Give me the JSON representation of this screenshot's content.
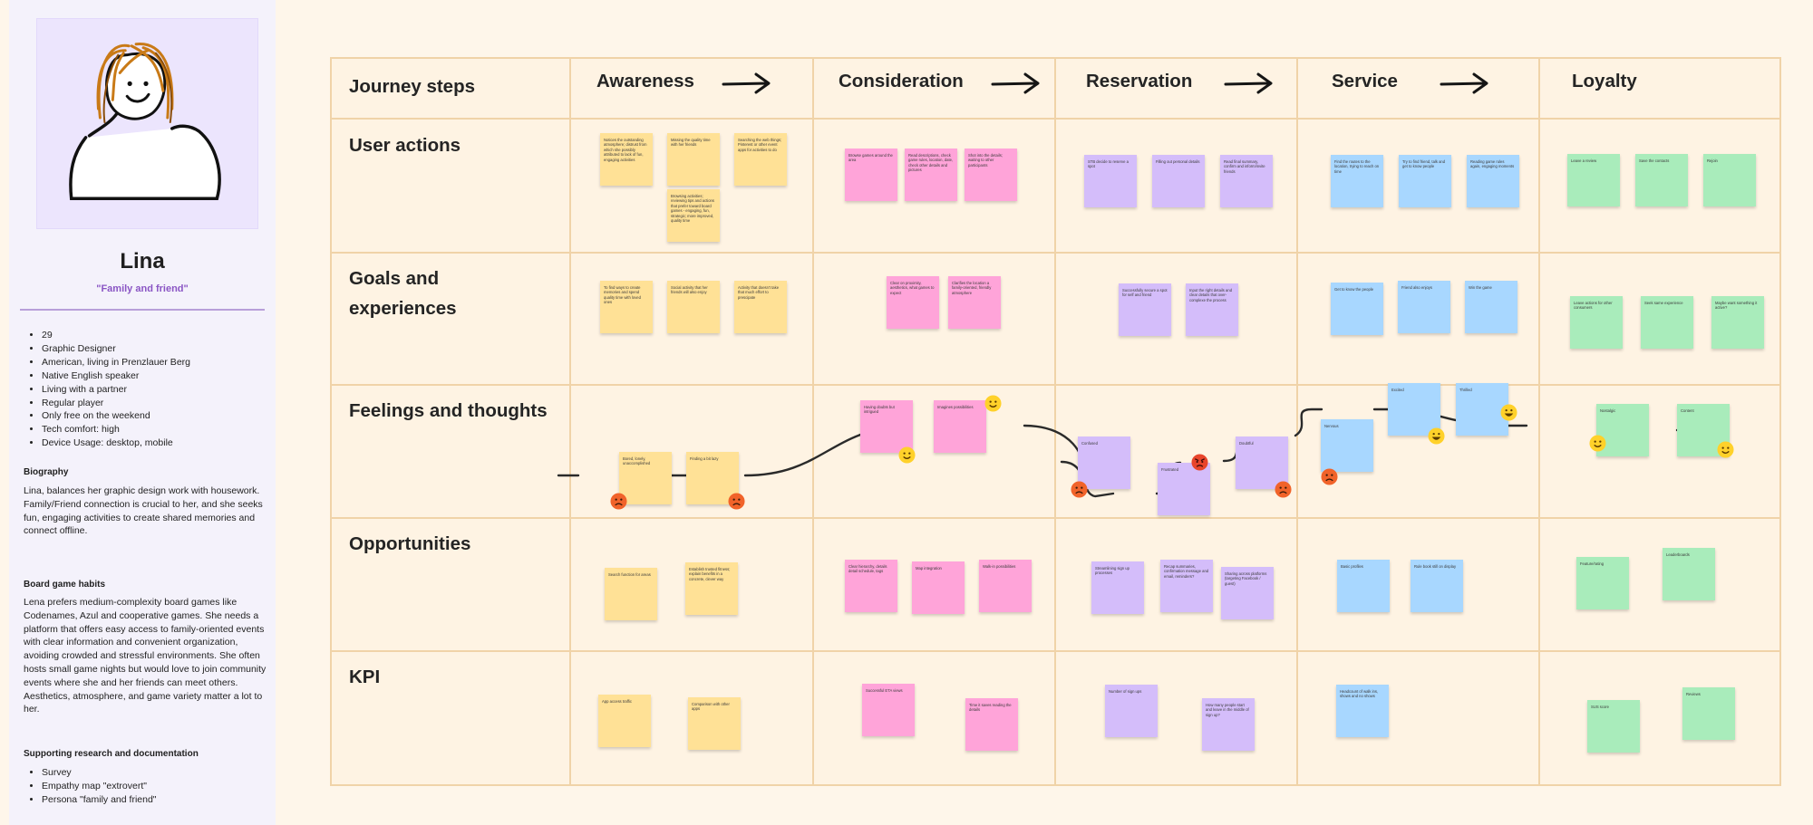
{
  "persona": {
    "name": "Lina",
    "tagline": "\"Family and friend\"",
    "facts": [
      "29",
      "Graphic Designer",
      "American, living in Prenzlauer Berg",
      "Native English speaker",
      "Living with a partner",
      "Regular player",
      "Only free on the weekend",
      "Tech comfort: high",
      "Device Usage: desktop, mobile"
    ],
    "biography_title": "Biography",
    "biography": "Lina, balances her graphic design work with housework. Family/Friend connection is crucial to her, and she seeks fun, engaging activities to create shared memories and connect offline.",
    "habits_title": "Board game habits",
    "habits": "Lena prefers medium-complexity board games like Codenames, Azul and cooperative games. She needs a platform that offers easy access to family-oriented events with clear information and convenient organization, avoiding crowded and stressful environments. She often hosts small game nights but would love to join community events where she and her friends can meet others. Aesthetics, atmosphere, and game variety matter a lot to her.",
    "support_title": "Supporting research and documentation",
    "support": [
      "Survey",
      "Empathy map \"extrovert\"",
      "Persona \"family and friend\""
    ]
  },
  "board": {
    "corner_label": "Journey steps",
    "columns": [
      "Awareness",
      "Consideration",
      "Reservation",
      "Service",
      "Loyalty"
    ],
    "rows": [
      "User actions",
      "Goals and experiences",
      "Feelings and thoughts",
      "Opportunities",
      "KPI"
    ]
  },
  "colors": {
    "yellow": "#ffe196",
    "pink": "#ffa4d9",
    "purple": "#d4bdfa",
    "blue": "#a8d7ff",
    "green": "#a9ecbb",
    "grid": "#f0d3a8",
    "persona_accent": "#8a55c4"
  },
  "notes": [
    {
      "color": "yellow",
      "text": "Notices the outstanding atmosphere; distrust from which she possibly attributed to lack of fun, engaging activities"
    },
    {
      "color": "yellow",
      "text": "Missing the quality time with her friends"
    },
    {
      "color": "yellow",
      "text": "Searching the web things; Pinterest or other event apps for activities to do"
    },
    {
      "color": "yellow",
      "text": "Browsing activities; reviewing tips and actions that prefer toward board games - engaging, fun, strategic; more improved, quality time"
    },
    {
      "color": "pink",
      "text": "Browse games around the area"
    },
    {
      "color": "pink",
      "text": "Read descriptions, check game rules, location, date, check other details and pictures"
    },
    {
      "color": "pink",
      "text": "Shot into the details; waiting to other participants"
    },
    {
      "color": "purple",
      "text": "STB decide to reserve a spot"
    },
    {
      "color": "purple",
      "text": "Filling out personal details"
    },
    {
      "color": "purple",
      "text": "Read final summary, confirm and inform/invite friends"
    },
    {
      "color": "blue",
      "text": "Find the routes to the location, trying to reach on time"
    },
    {
      "color": "blue",
      "text": "Try to find friend, talk and get to know people"
    },
    {
      "color": "blue",
      "text": "Reading game rules again, engaging moments"
    },
    {
      "color": "green",
      "text": "Leave a review"
    },
    {
      "color": "green",
      "text": "Save the contacts"
    },
    {
      "color": "green",
      "text": "Rejoin"
    },
    {
      "color": "yellow",
      "text": "To find ways to create memories and spend quality time with loved ones"
    },
    {
      "color": "yellow",
      "text": "Social activity that her friends will also enjoy"
    },
    {
      "color": "yellow",
      "text": "Activity that doesn't take that much effort to prescipate"
    },
    {
      "color": "pink",
      "text": "Clear on proximity, aesthetics, what games to expect"
    },
    {
      "color": "pink",
      "text": "Clarifies the location a family-oriented, friendly atmosphere"
    },
    {
      "color": "purple",
      "text": "Successfully secure a spot for self and friend"
    },
    {
      "color": "purple",
      "text": "Input the right details and clear details that over-complexe the process"
    },
    {
      "color": "blue",
      "text": "Get to know the people"
    },
    {
      "color": "blue",
      "text": "Friend also enjoys"
    },
    {
      "color": "blue",
      "text": "Win the game"
    },
    {
      "color": "green",
      "text": "Leave actions for other consumers"
    },
    {
      "color": "green",
      "text": "Seek same experience"
    },
    {
      "color": "green",
      "text": "Maybe want something it active?"
    },
    {
      "color": "yellow",
      "text": "Bored, lonely, unaccomplished"
    },
    {
      "color": "yellow",
      "text": "Finding a bit lazy"
    },
    {
      "color": "pink",
      "text": "Having doubts but intrigued"
    },
    {
      "color": "pink",
      "text": "Imagines possibilities"
    },
    {
      "color": "purple",
      "text": "Confused"
    },
    {
      "color": "purple",
      "text": "Frustrated"
    },
    {
      "color": "purple",
      "text": "Doubtful"
    },
    {
      "color": "blue",
      "text": "Nervous"
    },
    {
      "color": "blue",
      "text": "Excited"
    },
    {
      "color": "blue",
      "text": "Thrilled"
    },
    {
      "color": "green",
      "text": "Nostalgic"
    },
    {
      "color": "green",
      "text": "Content"
    },
    {
      "color": "yellow",
      "text": "Search function for areas"
    },
    {
      "color": "yellow",
      "text": "Establish trusted fitness; explain benefits in a concrete, clever way"
    },
    {
      "color": "pink",
      "text": "Clear hierarchy, details detail schedule, tags"
    },
    {
      "color": "pink",
      "text": "Map integration"
    },
    {
      "color": "pink",
      "text": "Walk-in possibilities"
    },
    {
      "color": "purple",
      "text": "Streamlining sign up processes"
    },
    {
      "color": "purple",
      "text": "Recap summaries, confirmation message and email, reminders?"
    },
    {
      "color": "purple",
      "text": "Sharing across platforms (targeting Facebook / guest)"
    },
    {
      "color": "blue",
      "text": "Basic profiles"
    },
    {
      "color": "blue",
      "text": "Rule book still on display"
    },
    {
      "color": "green",
      "text": "Feature/rating"
    },
    {
      "color": "green",
      "text": "Leaderboards"
    },
    {
      "color": "yellow",
      "text": "App access traffic"
    },
    {
      "color": "yellow",
      "text": "Comparison with other apps"
    },
    {
      "color": "pink",
      "text": "Successful ETA views"
    },
    {
      "color": "pink",
      "text": "Time it saves reading the details"
    },
    {
      "color": "purple",
      "text": "Number of sign ups"
    },
    {
      "color": "purple",
      "text": "How many people start and leave in the middle of sign up?"
    },
    {
      "color": "blue",
      "text": "Headcount of walk ins, shows and no shows"
    },
    {
      "color": "green",
      "text": "SUS score"
    },
    {
      "color": "green",
      "text": "Reviews"
    }
  ],
  "emotions": [
    "sad",
    "sad",
    "smile",
    "smile",
    "sad",
    "angry",
    "sad",
    "sad",
    "grin",
    "grin",
    "smile",
    "smile"
  ]
}
